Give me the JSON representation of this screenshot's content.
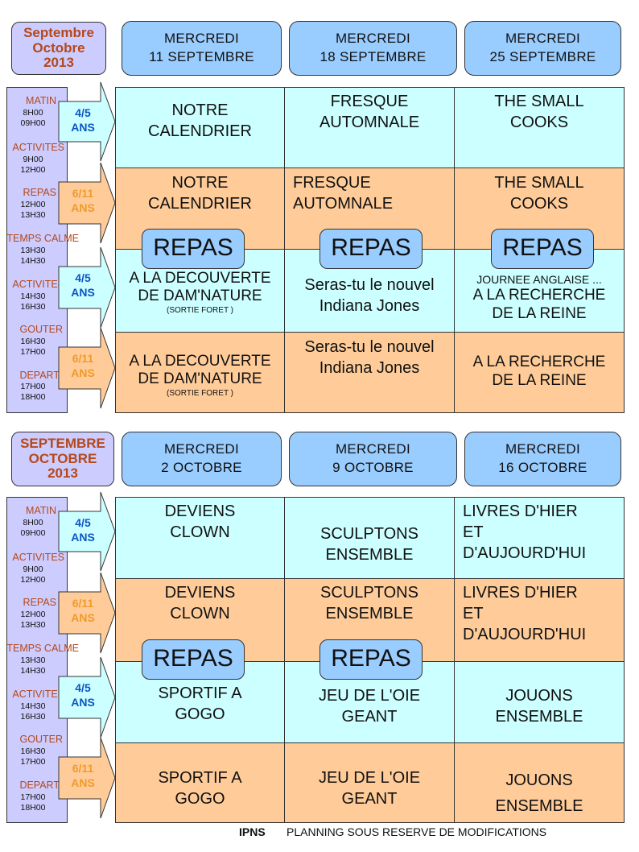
{
  "blocks": [
    {
      "period": [
        "Septembre",
        "Octobre",
        "2013"
      ],
      "days": [
        {
          "line1": "MERCREDI",
          "line2": "11 SEPTEMBRE"
        },
        {
          "line1": "MERCREDI",
          "line2": "18 SEPTEMBRE"
        },
        {
          "line1": "MERCREDI",
          "line2": "25 SEPTEMBRE"
        }
      ],
      "timeline": {
        "matin": "MATIN",
        "matin_t1": "8H00",
        "matin_t2": "09H00",
        "activites1": "ACTIVITES",
        "activites1_t1": "9H00",
        "activites1_t2": "12H00",
        "repas": "REPAS",
        "repas_t1": "12H00",
        "repas_t2": "13H30",
        "calme": "TEMPS CALME",
        "calme_t1": "13H30",
        "calme_t2": "14H30",
        "activites2": "ACTIVITES",
        "activites2_t1": "14H30",
        "activites2_t2": "16H30",
        "gouter": "GOUTER",
        "gouter_t1": "16H30",
        "gouter_t2": "17H00",
        "depart": "DEPART",
        "depart_t1": "17H00",
        "depart_t2": "18H00"
      },
      "ages": [
        [
          "4/5",
          "ANS"
        ],
        [
          "6/11",
          "ANS"
        ],
        [
          "4/5",
          "ANS"
        ],
        [
          "6/11",
          "ANS"
        ]
      ],
      "rows": [
        [
          [
            "NOTRE",
            "CALENDRIER"
          ],
          [
            "FRESQUE",
            "AUTOMNALE"
          ],
          [
            "THE SMALL",
            "COOKS"
          ]
        ],
        [
          [
            "NOTRE",
            "CALENDRIER"
          ],
          [
            "FRESQUE",
            "AUTOMNALE"
          ],
          [
            "THE SMALL",
            "COOKS"
          ]
        ],
        [
          [
            "A LA DECOUVERTE",
            "DE DAM'NATURE"
          ],
          [
            "Seras-tu le nouvel",
            "Indiana Jones"
          ],
          [
            "A LA RECHERCHE",
            "DE LA REINE"
          ]
        ],
        [
          [
            "A LA DECOUVERTE",
            "DE DAM'NATURE"
          ],
          [
            "Seras-tu le nouvel",
            "Indiana Jones"
          ],
          [
            "A LA RECHERCHE",
            "DE LA REINE"
          ]
        ]
      ],
      "notes": {
        "sortie_foret": "(SORTIE FORET )",
        "journee_anglaise": "JOURNEE ANGLAISE ..."
      },
      "repas_label": "REPAS"
    },
    {
      "period": [
        "SEPTEMBRE",
        "OCTOBRE",
        "2013"
      ],
      "days": [
        {
          "line1": "MERCREDI",
          "line2": "2 OCTOBRE"
        },
        {
          "line1": "MERCREDI",
          "line2": "9 OCTOBRE"
        },
        {
          "line1": "MERCREDI",
          "line2": "16 OCTOBRE"
        }
      ],
      "timeline": {
        "matin": "MATIN",
        "matin_t1": "8H00",
        "matin_t2": "09H00",
        "activites1": "ACTIVITES",
        "activites1_t1": "9H00",
        "activites1_t2": "12H00",
        "repas": "REPAS",
        "repas_t1": "12H00",
        "repas_t2": "13H30",
        "calme": "TEMPS CALME",
        "calme_t1": "13H30",
        "calme_t2": "14H30",
        "activites2": "ACTIVITES",
        "activites2_t1": "14H30",
        "activites2_t2": "16H30",
        "gouter": "GOUTER",
        "gouter_t1": "16H30",
        "gouter_t2": "17H00",
        "depart": "DEPART",
        "depart_t1": "17H00",
        "depart_t2": "18H00"
      },
      "ages": [
        [
          "4/5",
          "ANS"
        ],
        [
          "6/11",
          "ANS"
        ],
        [
          "4/5",
          "ANS"
        ],
        [
          "6/11",
          "ANS"
        ]
      ],
      "rows": [
        [
          [
            "DEVIENS",
            "CLOWN"
          ],
          [
            "SCULPTONS",
            "ENSEMBLE"
          ],
          [
            "LIVRES D'HIER",
            "ET",
            "D'AUJOURD'HUI"
          ]
        ],
        [
          [
            "DEVIENS",
            "CLOWN"
          ],
          [
            "SCULPTONS",
            "ENSEMBLE"
          ],
          [
            "LIVRES D'HIER",
            "ET",
            "D'AUJOURD'HUI"
          ]
        ],
        [
          [
            "SPORTIF A",
            "GOGO"
          ],
          [
            "JEU DE L'OIE",
            "GEANT"
          ],
          [
            "JOUONS",
            "ENSEMBLE"
          ]
        ],
        [
          [
            "SPORTIF A",
            "GOGO"
          ],
          [
            "JEU DE L'OIE",
            "GEANT"
          ],
          [
            "JOUONS",
            "ENSEMBLE"
          ]
        ]
      ],
      "repas_label": "REPAS"
    }
  ],
  "footer": {
    "ipns": "IPNS",
    "note": "PLANNING SOUS RESERVE DE MODIFICATIONS"
  },
  "colors": {
    "cyan": "#ccffff",
    "orange": "#ffcc99",
    "day_header": "#99ccff",
    "period": "#ccccff",
    "age_blue": "#0b55c4",
    "age_orange": "#f09a2a"
  }
}
